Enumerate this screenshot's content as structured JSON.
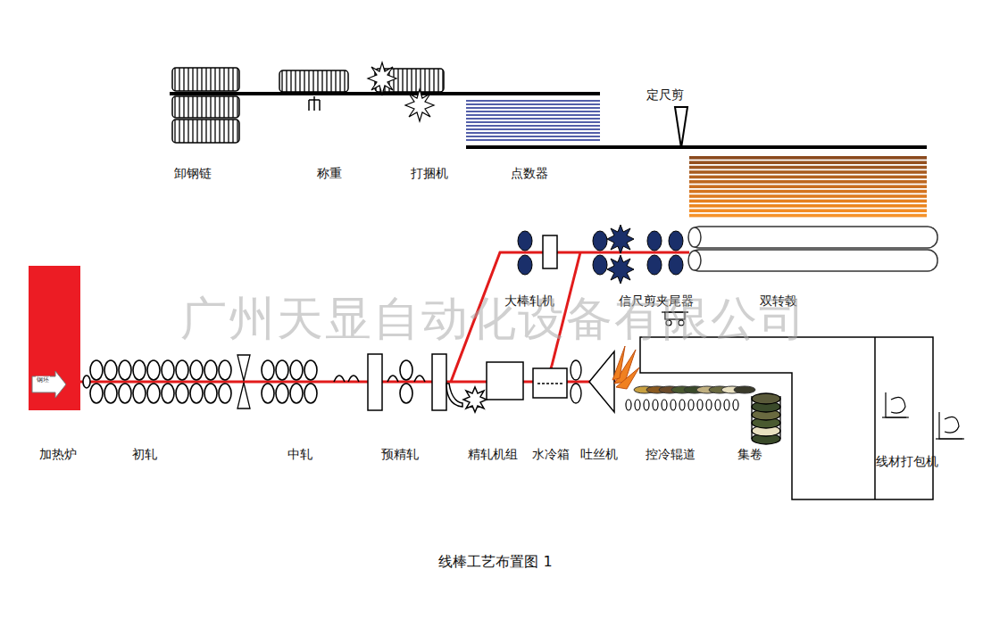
{
  "diagram": {
    "caption": "线棒工艺布置图 1",
    "labels": [
      "卸钢链",
      "称重",
      "打捆机",
      "点数器",
      "定尺剪",
      "大棒轧机",
      "信尺剪夹尾器",
      "双转毂",
      "加热炉",
      "初轧",
      "中轧",
      "预精轧",
      "精轧机组",
      "水冷箱",
      "吐丝机",
      "控冷辊道",
      "集卷",
      "线材打包机",
      "广州天显自动化设备有限公司",
      "钢坯"
    ]
  }
}
